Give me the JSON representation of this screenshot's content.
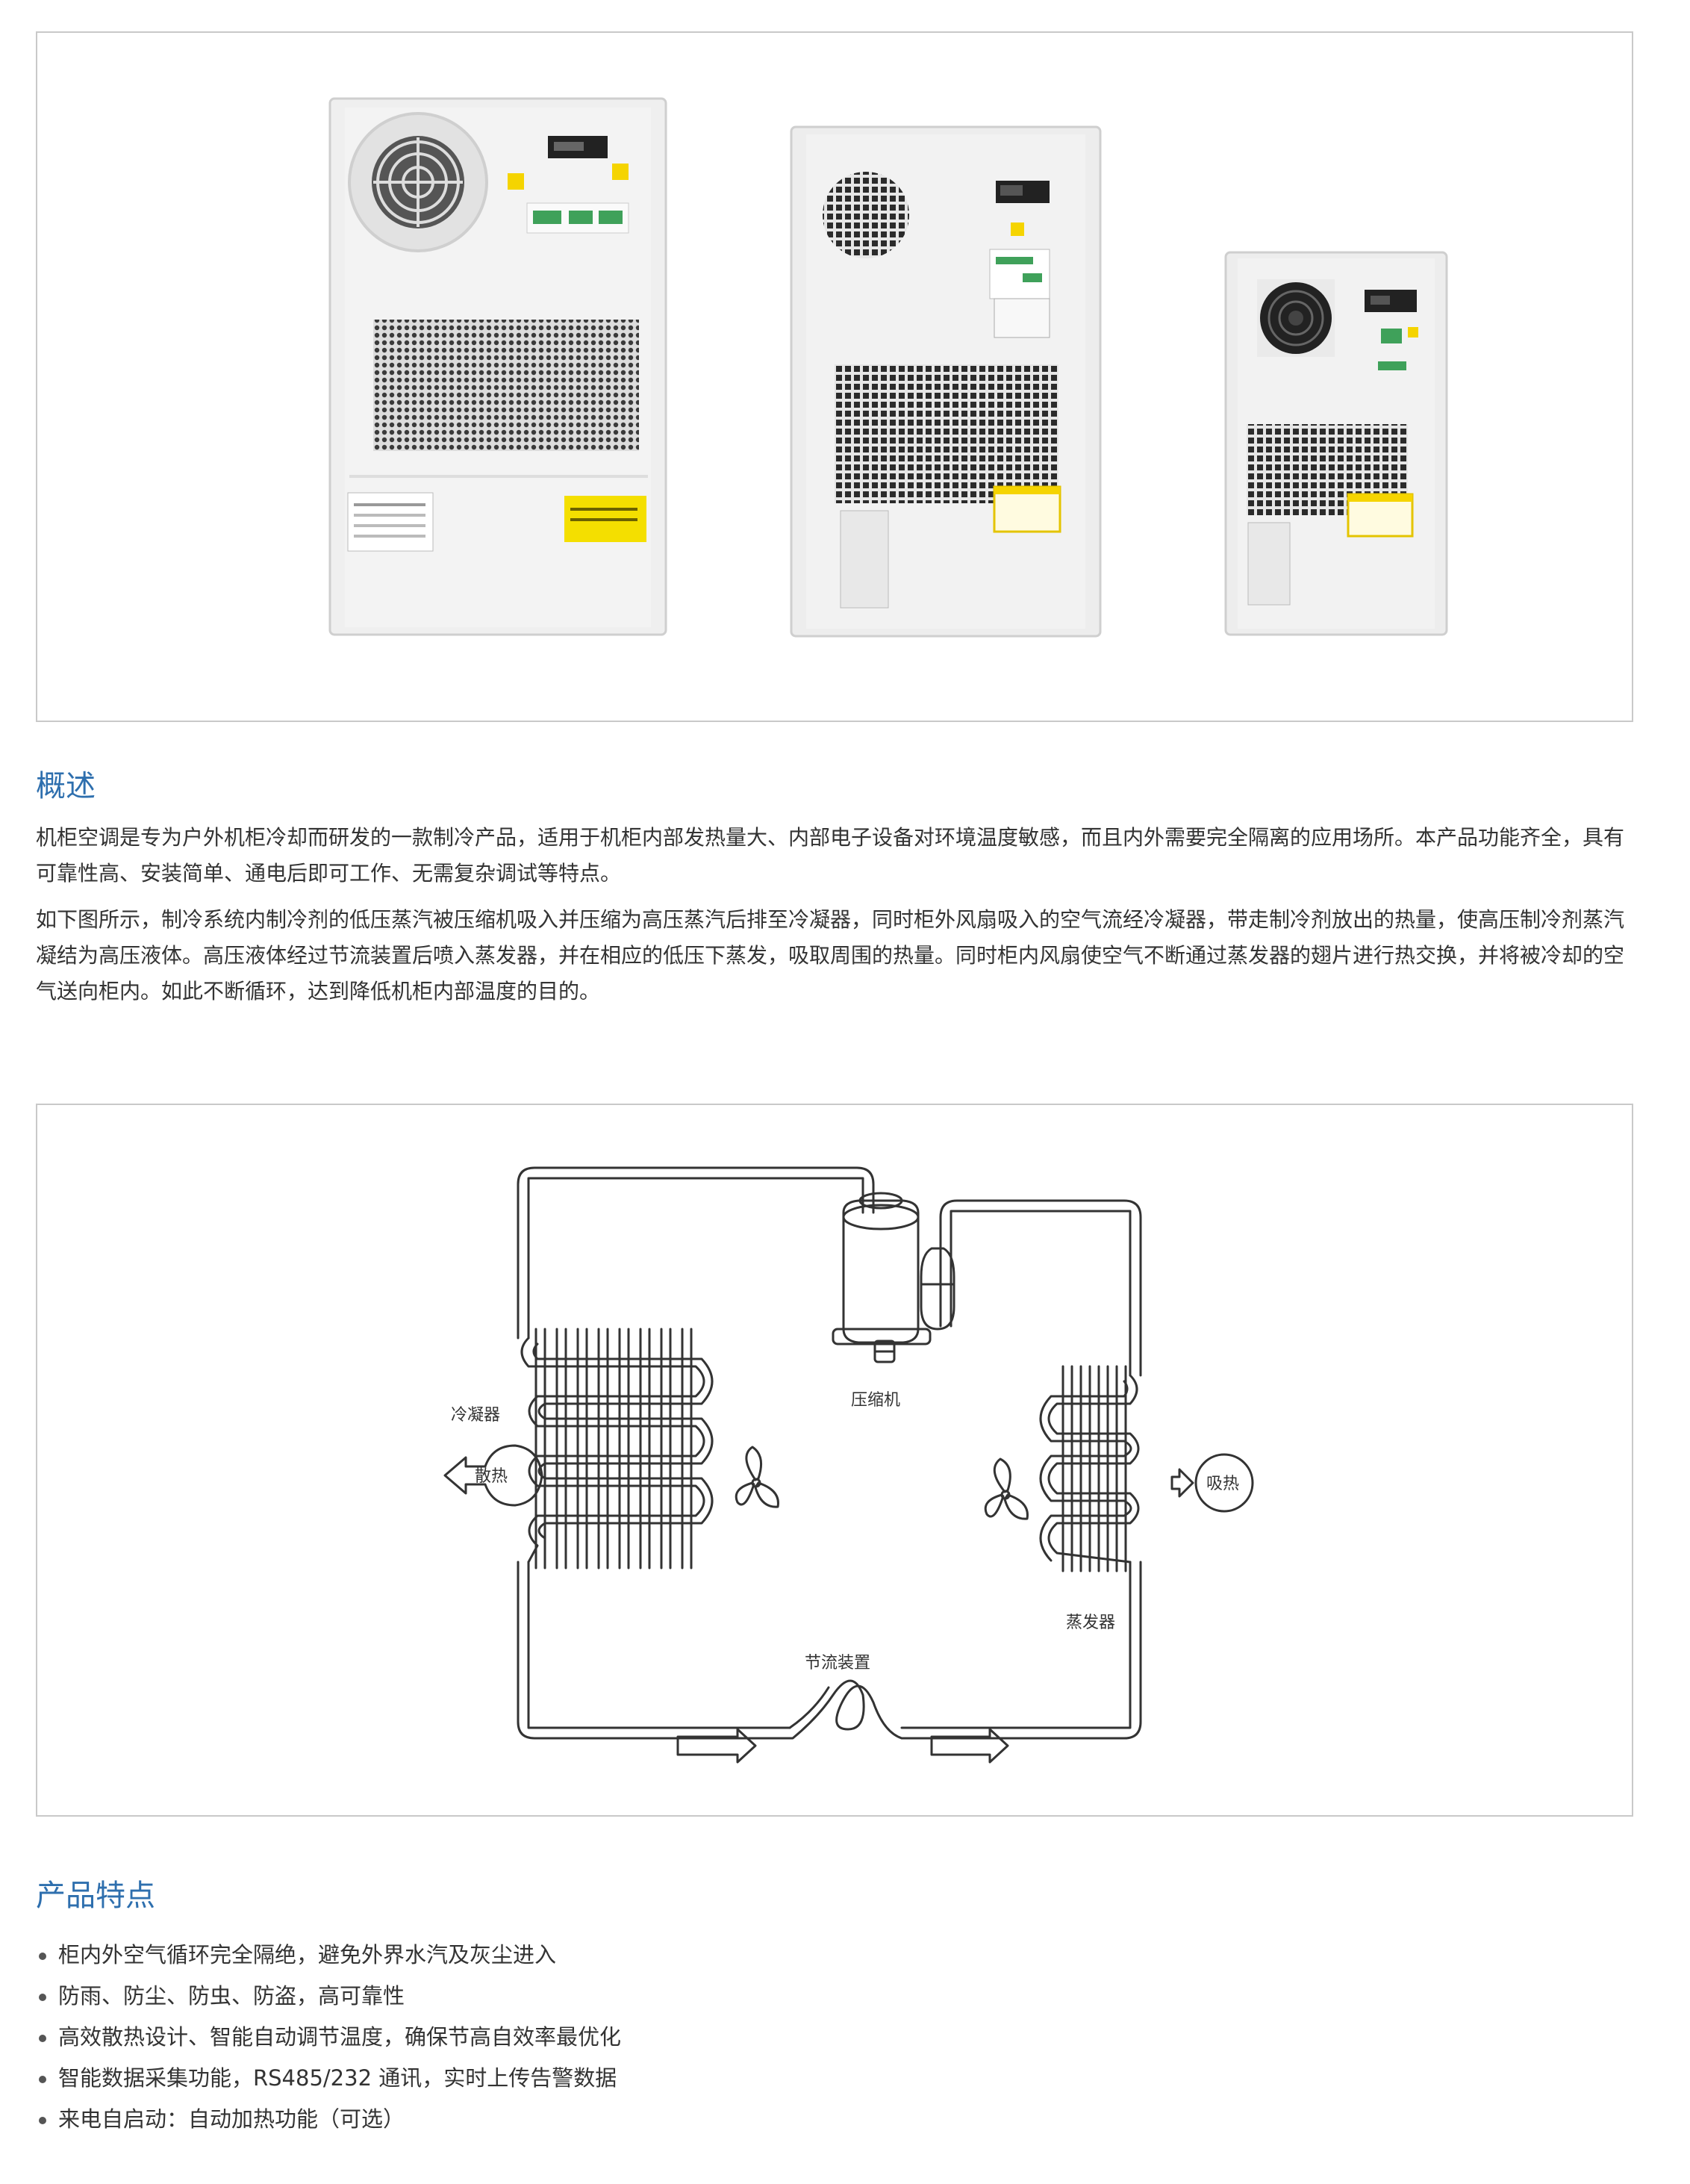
{
  "overview": {
    "heading": "概述",
    "paragraphs": [
      "机柜空调是专为户外机柜冷却而研发的一款制冷产品，适用于机柜内部发热量大、内部电子设备对环境温度敏感，而且内外需要完全隔离的应用场所。本产品功能齐全，具有可靠性高、安装简单、通电后即可工作、无需复杂调试等特点。",
      "如下图所示，制冷系统内制冷剂的低压蒸汽被压缩机吸入并压缩为高压蒸汽后排至冷凝器，同时柜外风扇吸入的空气流经冷凝器，带走制冷剂放出的热量，使高压制冷剂蒸汽凝结为高压液体。高压液体经过节流装置后喷入蒸发器，并在相应的低压下蒸发，吸取周围的热量。同时柜内风扇使空气不断通过蒸发器的翅片进行热交换，并将被冷却的空气送向柜内。如此不断循环，达到降低机柜内部温度的目的。"
    ]
  },
  "diagram": {
    "labels": {
      "condenser": "冷凝器",
      "heat_release": "散热",
      "compressor": "压缩机",
      "heat_absorb": "吸热",
      "evaporator": "蒸发器",
      "throttle": "节流装置"
    }
  },
  "features": {
    "heading": "产品特点",
    "items": [
      "柜内外空气循环完全隔绝，避免外界水汽及灰尘进入",
      "防雨、防尘、防虫、防盗，高可靠性",
      "高效散热设计、智能自动调节温度，确保节高自效率最优化",
      "智能数据采集功能，RS485/232 通讯，实时上传告警数据",
      "来电自启动：自动加热功能（可选）"
    ]
  }
}
